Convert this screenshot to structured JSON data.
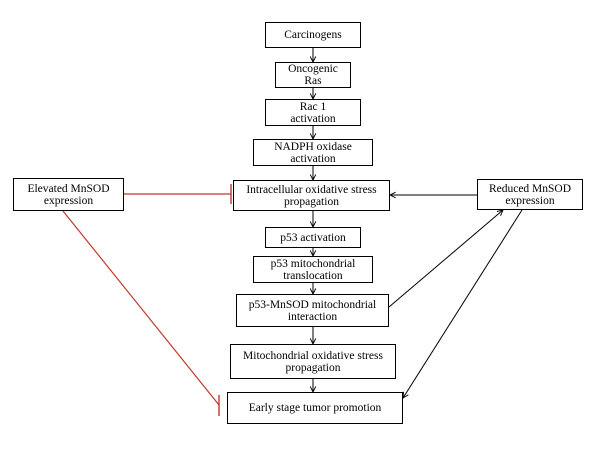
{
  "nodes": {
    "carcinogens": "Carcinogens",
    "oncogenic_ras": "Oncogenic\nRas",
    "rac1": "Rac 1\nactivation",
    "nadph": "NADPH oxidase\nactivation",
    "intracellular": "Intracellular oxidative stress\npropagation",
    "elevated_mnsod": "Elevated MnSOD\nexpression",
    "reduced_mnsod": "Reduced MnSOD\nexpression",
    "p53_activation": "p53 activation",
    "p53_translocation": "p53 mitochondrial\ntranslocation",
    "p53_mnsod": "p53-MnSOD mitochondrial\ninteraction",
    "mito_stress": "Mitochondrial oxidative stress\npropagation",
    "early_stage": "Early stage tumor promotion"
  },
  "colors": {
    "line": "#000000",
    "inhibition": "#c0392b"
  }
}
